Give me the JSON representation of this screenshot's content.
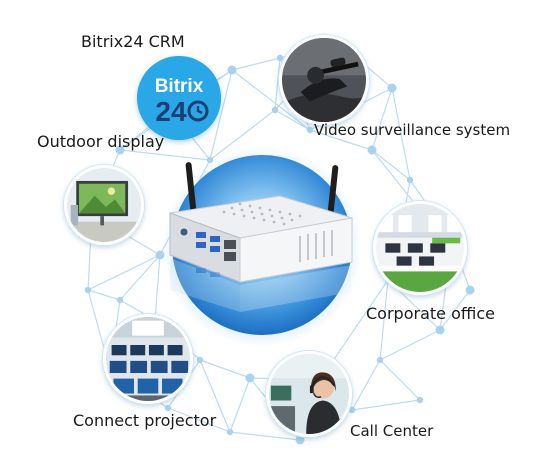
{
  "labels": {
    "bitrix_crm": "Bitrix24 CRM",
    "video_surveillance": "Video surveillance system",
    "outdoor_display": "Outdoor display",
    "corporate_office": "Corporate office",
    "connect_projector": "Connect projector",
    "call_center": "Call Center"
  },
  "logo": {
    "word": "Bitrix",
    "number": "24"
  },
  "icons": [
    "bitrix24-logo",
    "video-surveillance-image",
    "outdoor-display-image",
    "corporate-office-image",
    "projector-classroom-image",
    "call-center-image",
    "mini-pc-image"
  ],
  "colors": {
    "network_line": "#bcdcf0",
    "node": "#a9d2ee",
    "hub": "#3f8fd6",
    "logo_bg": "#2aa7e6"
  }
}
